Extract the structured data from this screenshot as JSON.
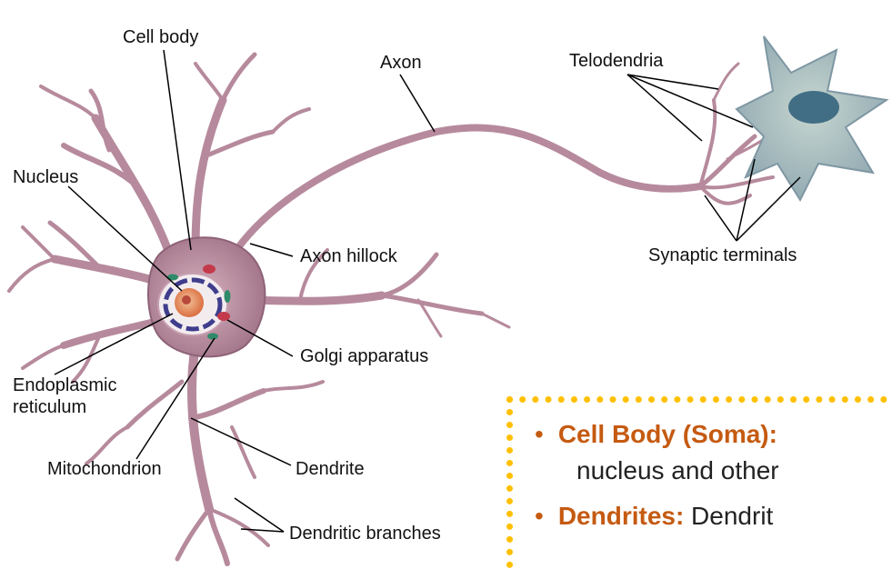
{
  "labels": {
    "cell_body": "Cell body",
    "axon": "Axon",
    "telodendria": "Telodendria",
    "nucleus": "Nucleus",
    "axon_hillock": "Axon hillock",
    "synaptic_terminals": "Synaptic terminals",
    "golgi_apparatus": "Golgi apparatus",
    "endoplasmic_reticulum_line1": "Endoplasmic",
    "endoplasmic_reticulum_line2": "reticulum",
    "mitochondrion": "Mitochondrion",
    "dendrite": "Dendrite",
    "dendritic_branches": "Dendritic branches"
  },
  "textbox": {
    "bullet_char": "•",
    "item1_term": "Cell Body (Soma):",
    "item1_rest": "",
    "item1_cont": "nucleus and other",
    "item2_term": "Dendrites:",
    "item2_rest": " Dendrit"
  },
  "colors": {
    "neuron_body": "#b6899a",
    "neuron_outline": "#8a5a70",
    "target_cell": "#9fb3bd",
    "target_nucleus": "#3d6a80",
    "term_accent": "#c55a11",
    "dotted_border": "#ffc000"
  }
}
